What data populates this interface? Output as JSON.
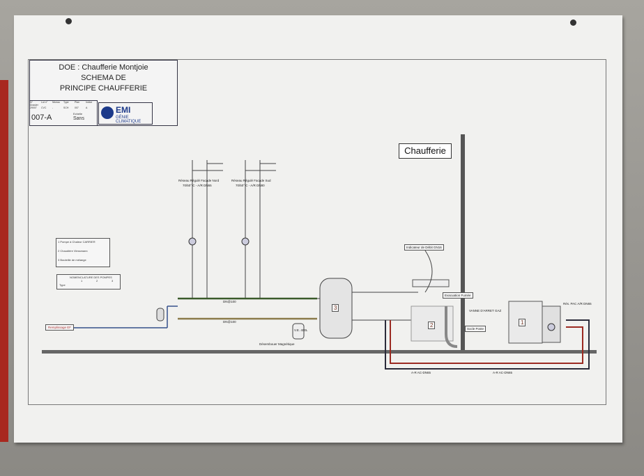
{
  "title_block": {
    "line1": "DOE : Chaufferie Montjoie",
    "line2": "SCHEMA DE",
    "line3": "PRINCIPE CHAUFFERIE",
    "drawing_number": "007-A",
    "scale_label": "Echelle",
    "scale_value": "Sans",
    "columns": [
      "N° Dossier",
      "Lot n°",
      "Niveau",
      "Type",
      "Plan",
      "Indice"
    ],
    "values": [
      "29007",
      "CVC",
      "-",
      "SCH",
      "007",
      "A"
    ],
    "company": "EMI",
    "company_sub": "GÉNIE CLIMATIQUE"
  },
  "legend": {
    "items": [
      {
        "num": "1",
        "text": "Pompe à Chaleur CARRIER"
      },
      {
        "num": "2",
        "text": "Chaudière Viessmann"
      },
      {
        "num": "3",
        "text": "Bouteille de mélange"
      }
    ],
    "pumps_table_title": "NOMENCLATURE DES POMPES",
    "pumps_type_label": "Type",
    "pumps": [
      "1",
      "2",
      "3"
    ]
  },
  "diagram": {
    "room_label": "Chaufferie",
    "circuit_north": "Réseau Régulé Facade Nord",
    "circuit_north_spec": "70/50° C - A/R DN65",
    "circuit_south": "Réseau Régulé Facade Sud",
    "circuit_south_spec": "70/50° C - A/R DN80",
    "collector_top": "DN@100",
    "collector_bottom": "DN@100",
    "water_inlet": "Remplissage EF",
    "degasser": "Désembouer Magnétique",
    "expansion_vessel": "V.E. 400L",
    "tank_number": "3",
    "boiler_number": "2",
    "heat_pump_number": "1",
    "pipe_label_1": "A-R AC-DN65",
    "pipe_label_2": "A-R AC-DN65",
    "heat_pump_pipe": "Rés. PAC A/R DN65",
    "gas_indicator": "Indicateur de Débit GN16",
    "evacuation": "Evacuation Fumée",
    "gas_valve": "VANNE D'ARRET GAZ",
    "floor_note": "Socle Poste"
  },
  "colors": {
    "red_pipe": "#9b2a22",
    "dark_pipe": "#2b2b3a",
    "green_pipe": "#3a5a2a",
    "brown_pipe": "#8a7a4a",
    "blue_pipe": "#34508a"
  }
}
